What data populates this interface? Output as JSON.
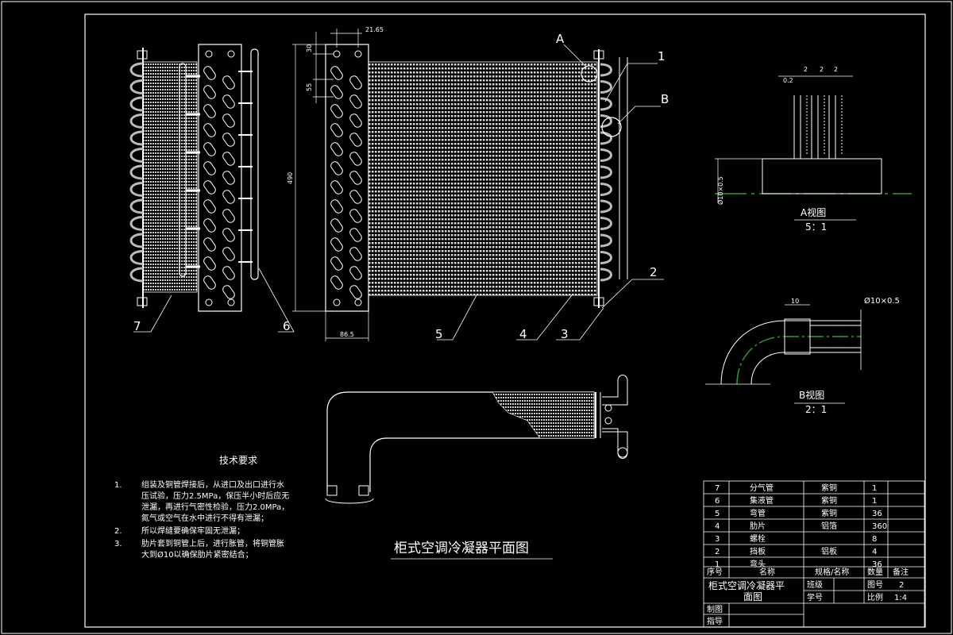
{
  "drawing": {
    "main_title": "柜式空调冷凝器平面图",
    "notes_title": "技术要求",
    "notes": [
      {
        "num": "1.",
        "lines": [
          "组装及铜管焊接后，从进口及出口进行水",
          "压试验，压力2.5MPa，保压半小时后应无",
          "泄漏，再进行气密性检验，压力2.0MPa，",
          "氮气或空气在水中进行不得有泄漏；"
        ]
      },
      {
        "num": "2.",
        "lines": [
          "所以焊缝要确保牢固无泄漏；"
        ]
      },
      {
        "num": "3.",
        "lines": [
          "肋片套到铜管上后，进行胀管，将铜管胀",
          "大到Ø10以确保肋片紧密结合；"
        ]
      }
    ],
    "dimensions": {
      "d_21_65": "21.65",
      "d_30": "30",
      "d_55": "55",
      "d_490": "490",
      "d_86_5": "86.5"
    },
    "leaders": {
      "A": "A",
      "B": "B",
      "p1": "1",
      "p2": "2",
      "p3": "3",
      "p4": "4",
      "p5": "5",
      "p6": "6",
      "p7": "7"
    },
    "view_a": {
      "title": "A视图",
      "scale": "5：1",
      "dims": [
        "0.2",
        "2",
        "2",
        "2"
      ],
      "side": "Ø10×0.5"
    },
    "view_b": {
      "title": "B视图",
      "scale": "2：1",
      "dim_10": "10",
      "pipe": "Ø10×0.5"
    }
  },
  "bom": {
    "rows": [
      {
        "no": "7",
        "name": "分气管",
        "spec": "紫铜",
        "qty": "1",
        "note": ""
      },
      {
        "no": "6",
        "name": "集液管",
        "spec": "紫铜",
        "qty": "1",
        "note": ""
      },
      {
        "no": "5",
        "name": "弯管",
        "spec": "紫铜",
        "qty": "36",
        "note": ""
      },
      {
        "no": "4",
        "name": "肋片",
        "spec": "铝箔",
        "qty": "360",
        "note": ""
      },
      {
        "no": "3",
        "name": "螺栓",
        "spec": "",
        "qty": "8",
        "note": ""
      },
      {
        "no": "2",
        "name": "挡板",
        "spec": "铝板",
        "qty": "4",
        "note": ""
      },
      {
        "no": "1",
        "name": "弯头",
        "spec": "",
        "qty": "36",
        "note": ""
      }
    ],
    "header": {
      "no": "序号",
      "name": "名称",
      "spec": "规格/名称",
      "qty": "数量",
      "note": "备注"
    },
    "title_block": {
      "title_line1": "柜式空调冷凝器平",
      "title_line2": "面图",
      "class_label": "班级",
      "student_label": "学号",
      "sheet_label": "图号",
      "sheet_value": "2",
      "scale_label": "比例",
      "scale_value": "1:4",
      "drawn_label": "制图",
      "check_label": "指导"
    }
  }
}
